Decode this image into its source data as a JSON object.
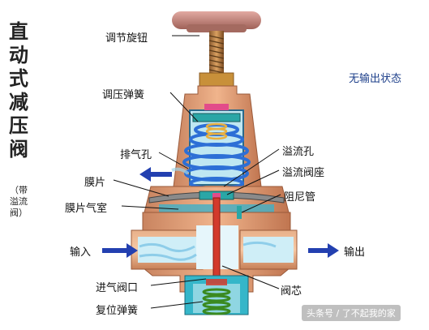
{
  "title_vertical": "直动式减压阀",
  "subtitle_vertical": "（带溢流阀）",
  "state_text": "无输出状态",
  "labels": {
    "knob": "调节旋钮",
    "pressure_spring": "调压弹簧",
    "exhaust_hole": "排气孔",
    "relief_hole": "溢流孔",
    "relief_seat": "溢流阀座",
    "diaphragm": "膜片",
    "diaphragm_chamber": "膜片气室",
    "damping_tube": "阻尼管",
    "input": "输入",
    "output": "输出",
    "inlet_port": "进气阀口",
    "valve_core": "阀芯",
    "return_spring": "复位弹簧"
  },
  "watermark": "头条号 / 了不起我的家",
  "colors": {
    "body": "#d89a73",
    "body_dark": "#b87450",
    "knob": "#c48a82",
    "spring": "#2d6fd6",
    "chamber": "#3fb0c8",
    "arrow": "#2340b0",
    "stem": "#d33a2c"
  }
}
